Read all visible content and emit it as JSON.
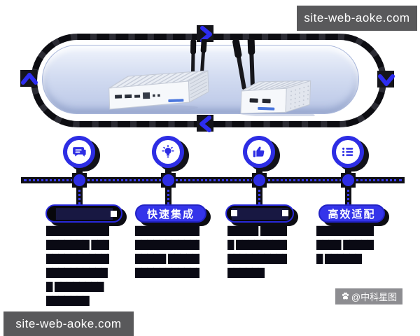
{
  "watermarks": {
    "top": "site-web-aoke.com",
    "bottom": "site-web-aoke.com",
    "credit": "@中科星图",
    "credit_icon": "paw-icon"
  },
  "hero": {
    "devices": [
      "mini-pc-with-antennas-left",
      "mini-pc-with-antennas-right"
    ],
    "loop_arrows": [
      "arrow-right",
      "arrow-down",
      "arrow-left",
      "arrow-up"
    ]
  },
  "features": [
    {
      "icon": "chat-bubble-icon",
      "label": "█████████",
      "label_legible": false,
      "body": [
        "████████████",
        "███████ ███",
        "████████████",
        "██████████ █",
        "█ ████████",
        "███████"
      ]
    },
    {
      "icon": "lightbulb-icon",
      "label": "快速集成",
      "label_legible": true,
      "body": [
        "████████████",
        "████████████",
        "█████ ██████",
        "███████████"
      ]
    },
    {
      "icon": "thumbs-up-icon",
      "label": "█████████",
      "label_legible": false,
      "body": [
        "█████ █████",
        "█ █████████",
        "███████████",
        "██████"
      ]
    },
    {
      "icon": "list-icon",
      "label": "高效适配",
      "label_legible": true,
      "body": [
        "███████████",
        "████ ██████",
        "█ ██████"
      ]
    }
  ],
  "colors": {
    "accent_blue": "#2d2de4",
    "pill_blue": "#3434ea",
    "dark": "#0f0f15",
    "stage_top": "#f0f4fc",
    "stage_bottom": "#b9c6e6",
    "watermark_bg": "#59595b"
  }
}
